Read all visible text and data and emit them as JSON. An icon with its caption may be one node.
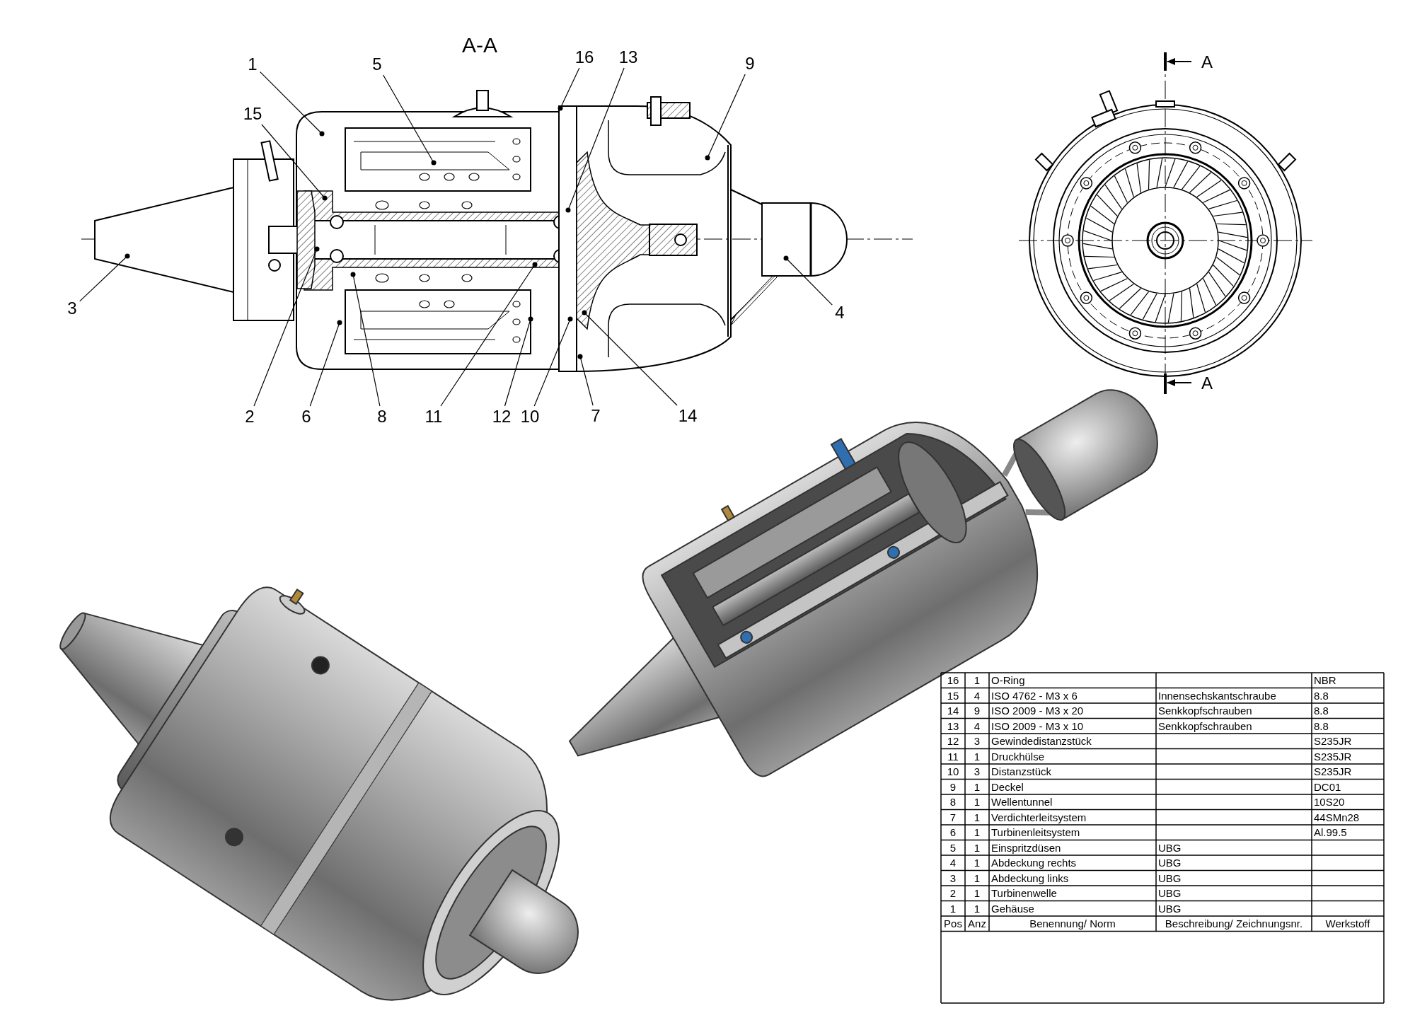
{
  "diagram": {
    "nodes": [
      {
        "text": [
          "1"
        ]
      },
      {
        "text": [
          "5"
        ]
      },
      {
        "text": [
          "16"
        ]
      },
      {
        "text": [
          "13"
        ]
      },
      {
        "text": [
          "9"
        ]
      },
      {
        "text": [
          "15"
        ]
      },
      {
        "text": [
          "3"
        ]
      },
      {
        "text": [
          "4"
        ]
      },
      {
        "text": [
          "2"
        ]
      },
      {
        "text": [
          "6"
        ]
      },
      {
        "text": [
          "8"
        ]
      },
      {
        "text": [
          "11"
        ]
      },
      {
        "text": [
          "12"
        ]
      },
      {
        "text": [
          "10"
        ]
      },
      {
        "text": [
          "7"
        ]
      },
      {
        "text": [
          "14"
        ]
      }
    ],
    "edges": [
      {
        "from": 0,
        "to": null,
        "arrow": "other"
      },
      {
        "from": 1,
        "to": null,
        "arrow": "other"
      },
      {
        "from": 2,
        "to": null,
        "arrow": "other"
      },
      {
        "from": 3,
        "to": null,
        "arrow": "other"
      },
      {
        "from": 4,
        "to": null,
        "arrow": "other"
      },
      {
        "from": 5,
        "to": null,
        "arrow": "other"
      },
      {
        "from": 6,
        "to": null,
        "arrow": "other"
      },
      {
        "from": 7,
        "to": null,
        "arrow": "other"
      },
      {
        "from": 8,
        "to": null,
        "arrow": "other"
      },
      {
        "from": 9,
        "to": null,
        "arrow": "other"
      },
      {
        "from": 10,
        "to": null,
        "arrow": "other"
      },
      {
        "from": 11,
        "to": null,
        "arrow": "other"
      },
      {
        "from": 12,
        "to": null,
        "arrow": "other"
      },
      {
        "from": 13,
        "to": null,
        "arrow": "other"
      },
      {
        "from": 14,
        "to": null,
        "arrow": "other"
      },
      {
        "from": 15,
        "to": null,
        "arrow": "other"
      }
    ],
    "labels": [
      "A-A",
      "A",
      "A",
      "16",
      "1",
      "O-Ring",
      "NBR",
      "15",
      "4",
      "ISO 4762 - M3 x 6",
      "Innensechskantschraube",
      "8.8",
      "14",
      "9",
      "ISO 2009 - M3 x 20",
      "Senkkopfschrauben",
      "8.8",
      "13",
      "4",
      "ISO 2009 - M3 x 10",
      "Senkkopfschrauben",
      "8.8",
      "12",
      "3",
      "Gewindedistanzstück",
      "S235JR",
      "11",
      "1",
      "Druckhülse",
      "S235JR",
      "10",
      "3",
      "Distanzstück",
      "S235JR",
      "9",
      "1",
      "Deckel",
      "DC01",
      "8",
      "1",
      "Wellentunnel",
      "10S20",
      "7",
      "1",
      "Verdichterleitsystem",
      "44SMn28",
      "6",
      "1",
      "Turbinenleitsystem",
      "Al.99.5",
      "5",
      "1",
      "Einspritzdüsen",
      "UBG",
      "4",
      "1",
      "Abdeckung rechts",
      "UBG",
      "3",
      "1",
      "Abdeckung links",
      "UBG",
      "2",
      "1",
      "Turbinenwelle",
      "UBG",
      "1",
      "1",
      "Gehäuse",
      "UBG",
      "Pos",
      "Anz",
      "Benennung/ Norm",
      "Beschreibung/ Zeichnungsnr.",
      "Werkstoff"
    ]
  }
}
